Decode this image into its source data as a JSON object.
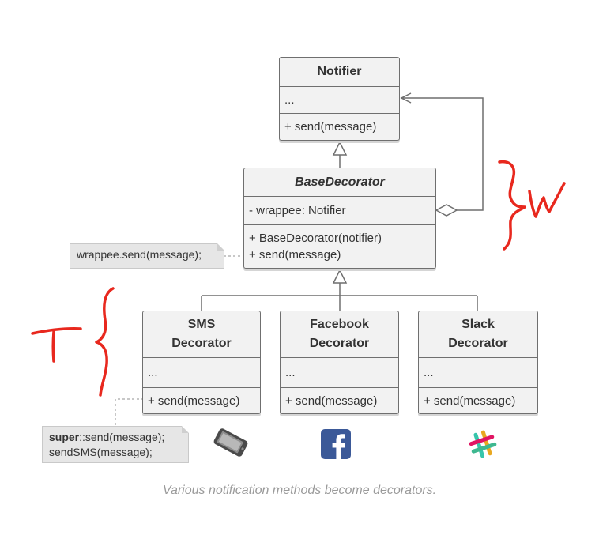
{
  "notifier": {
    "name": "Notifier",
    "fields": "...",
    "method": "+ send(message)"
  },
  "base_decorator": {
    "name": "BaseDecorator",
    "field": "- wrappee: Notifier",
    "methods": [
      "+ BaseDecorator(notifier)",
      "+ send(message)"
    ]
  },
  "base_note": "wrappee.send(message);",
  "decorators": [
    {
      "name_line1": "SMS",
      "name_line2": "Decorator",
      "fields": "...",
      "method": "+ send(message)"
    },
    {
      "name_line1": "Facebook",
      "name_line2": "Decorator",
      "fields": "...",
      "method": "+ send(message)"
    },
    {
      "name_line1": "Slack",
      "name_line2": "Decorator",
      "fields": "...",
      "method": "+ send(message)"
    }
  ],
  "sms_note": {
    "keyword": "super",
    "line1_rest": "::send(message);",
    "line2": "sendSMS(message);"
  },
  "icons": [
    "phone-icon",
    "facebook-icon",
    "slack-icon"
  ],
  "annotations": {
    "left_mark": "T"
  },
  "caption": "Various notification methods become decorators.",
  "colors": {
    "box_fill": "#f2f2f2",
    "box_border": "#6f6f6f",
    "annotation": "#e8281e",
    "facebook": "#3b5998"
  }
}
